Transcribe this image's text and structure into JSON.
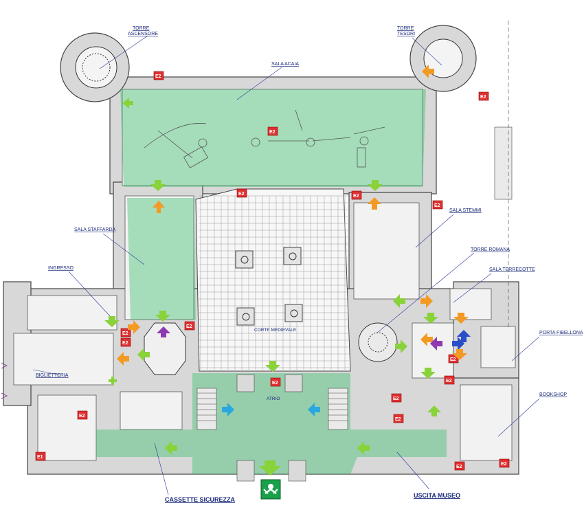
{
  "labels": {
    "torre_ascensore": "TORRE\nASCENSORE",
    "torre_tesori": "TORRE\nTESORI",
    "sala_acaia": "SALA ACAIA",
    "sala_staffarda": "SALA STAFFARDA",
    "ingresso": "INGRESSO",
    "biglietteria": "BIGLIETTERIA",
    "corte_medievale": "CORTE MEDIEVALE",
    "atrio": "ATRIO",
    "sala_stemmi": "SALA STEMMI",
    "torre_romana": "TORRE ROMANA",
    "sala_terrecotte": "SALA TERRECOTTE",
    "porta_fibellona": "PORTA FIBELLONA",
    "bookshop": "BOOKSHOP",
    "cassette_sicurezza": "CASSETTE SICUREZZA",
    "uscita_museo": "USCITA MUSEO"
  },
  "extinguisher_marks": [
    "E1",
    "E2"
  ],
  "colors": {
    "zone": "#3cbe6e",
    "extinguisher": "#e03030",
    "arrow_green": "#8ad23a",
    "arrow_orange": "#f39a24",
    "arrow_blue": "#29a8e0",
    "arrow_purple": "#8e3ab0",
    "exit_sign": "#1aa04a"
  },
  "icons": [
    "extinguisher-icon",
    "emergency-exit-icon",
    "direction-arrow-icon"
  ]
}
